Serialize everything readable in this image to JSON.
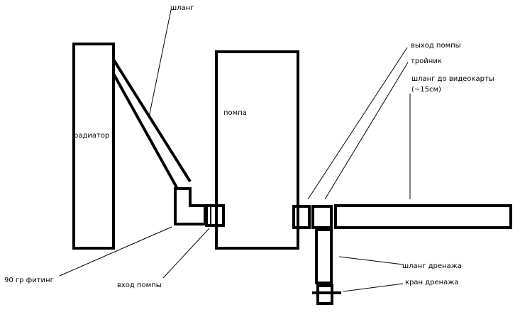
{
  "labels": {
    "hose": "шланг",
    "radiator": "радиатор",
    "pump": "помпа",
    "pump_outlet": "выход помпы",
    "tee": "тройник",
    "gpu_hose_line1": "шланг до видеокарты",
    "gpu_hose_line2": "(~15см)",
    "fitting_90": "90 гр фитинг",
    "pump_inlet": "вход помпы",
    "drain_hose": "шланг дренажа",
    "drain_valve": "кран дренажа"
  }
}
